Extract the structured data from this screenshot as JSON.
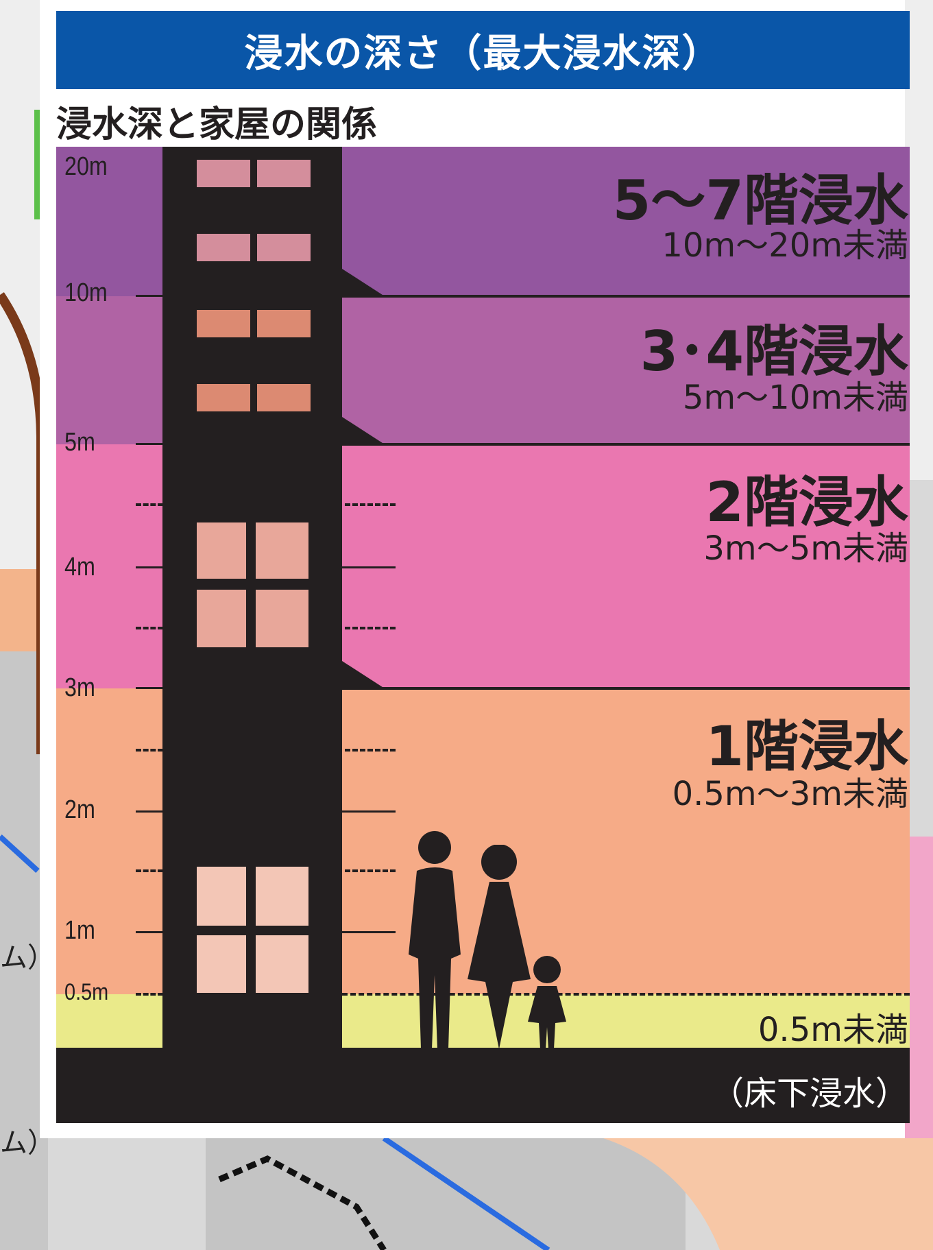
{
  "header": {
    "title": "浸水の深さ（最大浸水深）"
  },
  "subtitle": "浸水深と家屋の関係",
  "colors": {
    "header": "#0a56a8",
    "band_5_7": "#93569f",
    "band_3_4": "#b063a4",
    "band_2": "#ea77b0",
    "band_1": "#f6ab87",
    "band_under": "#eaea8a",
    "ground": "#231f20"
  },
  "axis_labels": [
    "20m",
    "10m",
    "5m",
    "4m",
    "3m",
    "2m",
    "1m",
    "0.5m"
  ],
  "levels": [
    {
      "title": "5～7階浸水",
      "range": "10m～20m未満"
    },
    {
      "title": "3･4階浸水",
      "range": "5m～10m未満"
    },
    {
      "title": "2階浸水",
      "range": "3m～5m未満"
    },
    {
      "title": "1階浸水",
      "range": "0.5m～3m未満"
    },
    {
      "range": "0.5m未満"
    }
  ],
  "ground_label": "（床下浸水）",
  "map_side_labels": [
    "ム）",
    "ム）"
  ]
}
